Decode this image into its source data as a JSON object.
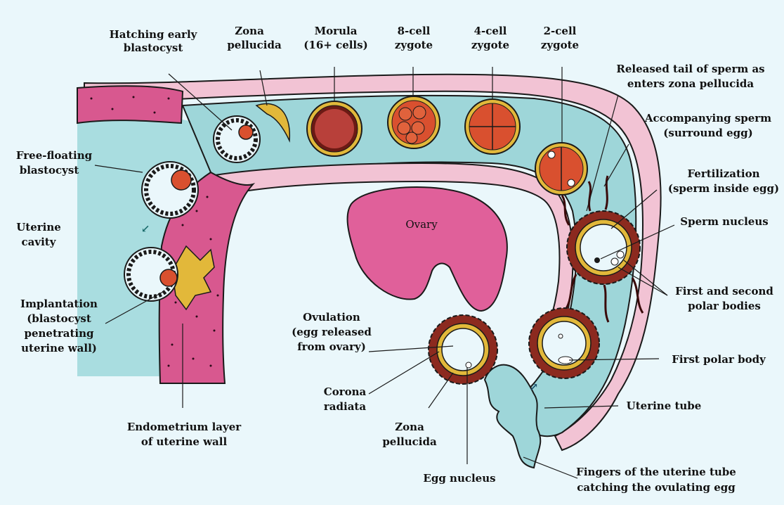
{
  "colors": {
    "background": "#eaf7fb",
    "cavity": "#a9dde0",
    "tube": "#9ed6d9",
    "wall_outer": "#f2c3d4",
    "endometrium": "#d8588f",
    "ovary": "#e0609a",
    "zona": "#e2b83a",
    "cell": "#d9502f",
    "corona": "#8c2a1f",
    "outline": "#1a1a1a"
  },
  "labels": {
    "hatching": [
      "Hatching early",
      "blastocyst"
    ],
    "zona_top": [
      "Zona",
      "pellucida"
    ],
    "morula": [
      "Morula",
      "(16+ cells)"
    ],
    "eight_cell": [
      "8-cell",
      "zygote"
    ],
    "four_cell": [
      "4-cell",
      "zygote"
    ],
    "two_cell": [
      "2-cell",
      "zygote"
    ],
    "released_tail": [
      "Released tail of sperm as",
      "enters zona pellucida"
    ],
    "accompanying": [
      "Accompanying sperm",
      "(surround egg)"
    ],
    "fertilization": [
      "Fertilization",
      "(sperm inside egg)"
    ],
    "sperm_nucleus": [
      "Sperm nucleus"
    ],
    "polar_bodies": [
      "First and second",
      "polar bodies"
    ],
    "first_polar": [
      "First polar body"
    ],
    "uterine_tube": [
      "Uterine tube"
    ],
    "fingers": [
      "Fingers of the uterine tube",
      "catching the ovulating egg"
    ],
    "egg_nucleus": [
      "Egg nucleus"
    ],
    "zona_bottom": [
      "Zona",
      "pellucida"
    ],
    "corona": [
      "Corona",
      "radiata"
    ],
    "ovulation": [
      "Ovulation",
      "(egg released",
      "from ovary)"
    ],
    "endometrium_layer": [
      "Endometrium layer",
      "of uterine wall"
    ],
    "implantation": [
      "Implantation",
      "(blastocyst",
      "penetrating",
      "uterine wall)"
    ],
    "uterine_cavity": [
      "Uterine",
      "cavity"
    ],
    "free_floating": [
      "Free-floating",
      "blastocyst"
    ],
    "ovary": [
      "Ovary"
    ]
  }
}
